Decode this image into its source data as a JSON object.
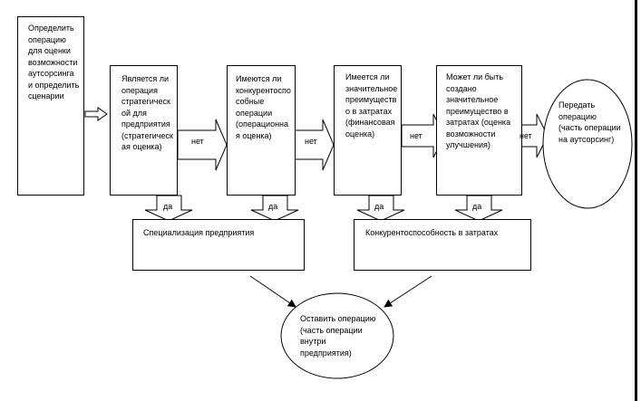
{
  "boxes": {
    "define": "Определить операцию для оценки возможности аутсорсинга и определить сценарии",
    "strategic": "Является ли операция стратегической для предприятия (стратегическая оценка)",
    "competitors": "Имеются ли конкурентоспособные операции (операционная оценка)",
    "cost_advantage": "Имеется ли значительное преимущество в затратах (финансовая оценка)",
    "create_advantage": "Может ли быть создано значительное преимущество в затратах (оценка возможности улучшения)",
    "specialization": "Специализация предприятия",
    "competitiveness": "Конкурентоспособность в затратах"
  },
  "ellipses": {
    "transfer": "Передать операцию (часть операции на аутсорсинг)",
    "keep": "Оставить операцию (часть операции внутри предприятия)"
  },
  "arrow_labels": {
    "no_1": "нет",
    "no_2": "нет",
    "no_3": "нет",
    "no_4": "нет",
    "yes_1": "да",
    "yes_2": "да",
    "yes_3": "да",
    "yes_4": "да"
  },
  "colors": {
    "line": "#000000",
    "background": "#ffffff",
    "spell_green": "#3fa14a",
    "spell_red": "#d23b3b"
  }
}
